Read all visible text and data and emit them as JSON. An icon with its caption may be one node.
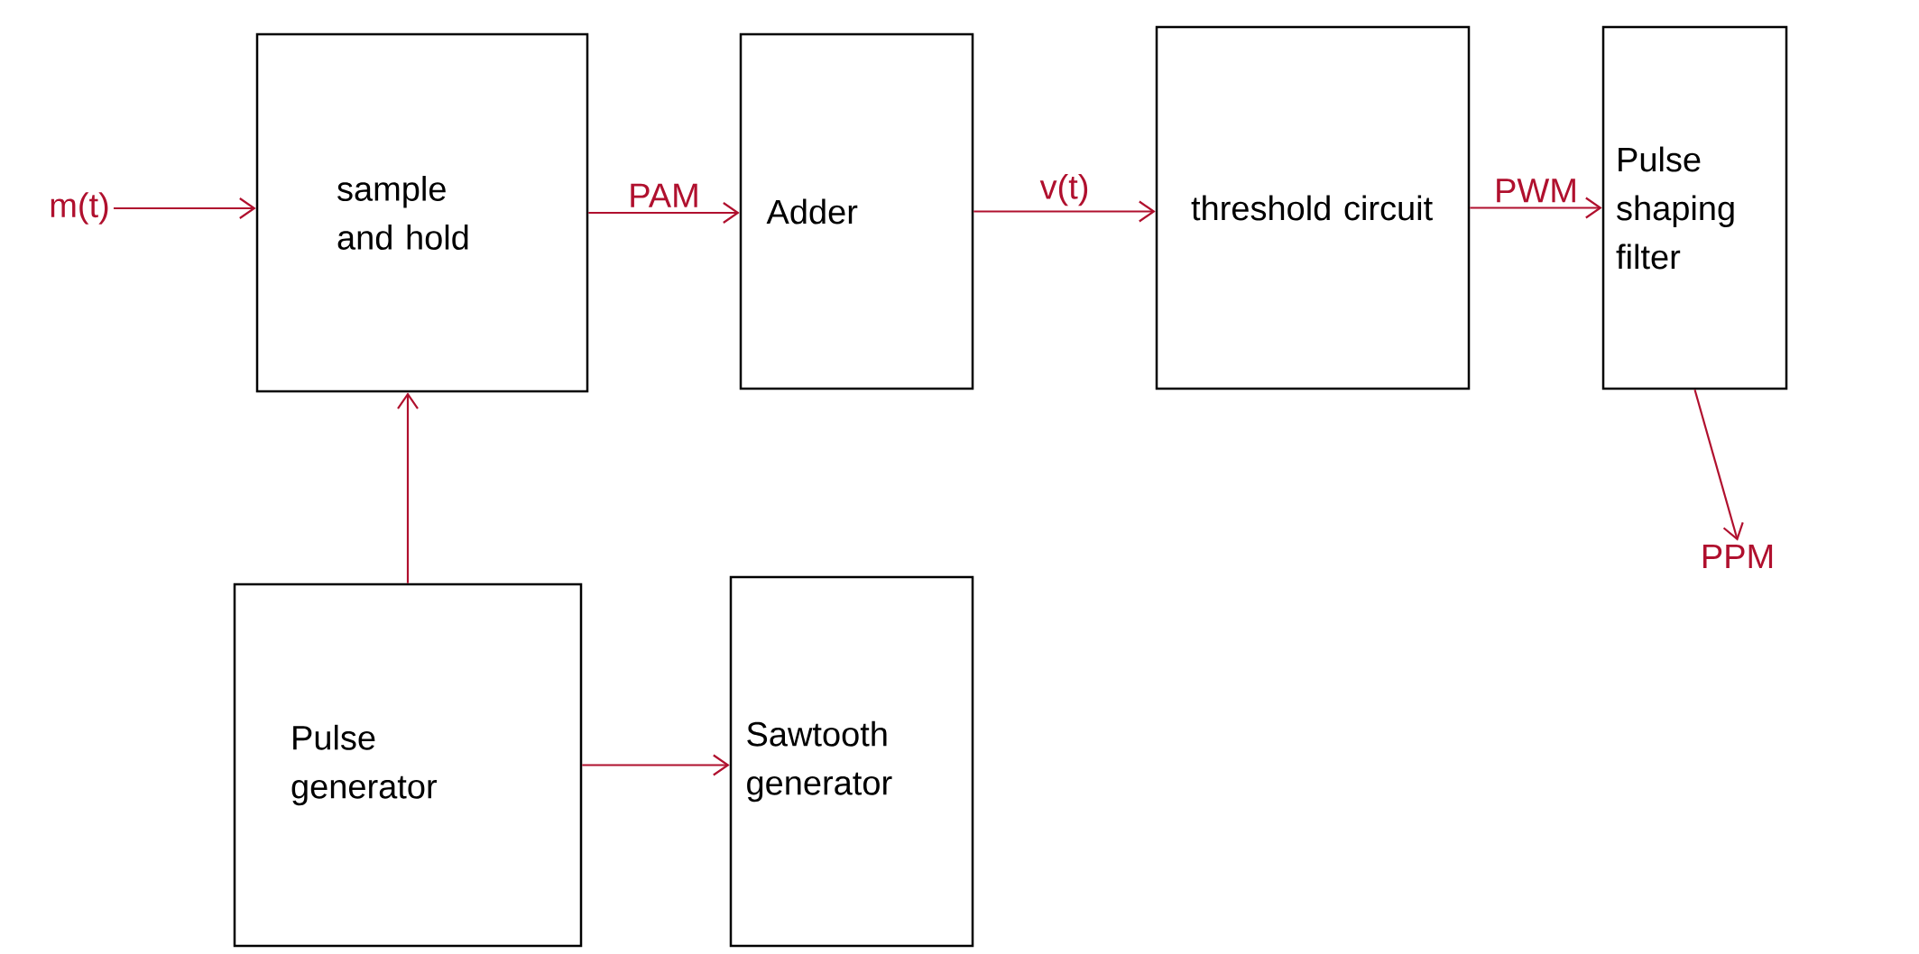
{
  "diagram": {
    "nodes": [
      {
        "text": [
          "sample and hold"
        ]
      },
      {
        "text": [
          "Adder"
        ]
      },
      {
        "text": [
          "threshold circuit"
        ]
      },
      {
        "text": [
          "Pulse shaping filter"
        ]
      },
      {
        "text": [
          "Pulse generator"
        ]
      },
      {
        "text": [
          "Sawtooth generator"
        ]
      },
      {
        "text": [
          "m(t)"
        ]
      },
      {
        "text": [
          "PPM"
        ]
      }
    ],
    "edges": [
      {
        "from": 6,
        "to": 0,
        "arrow": "to"
      },
      {
        "from": 0,
        "to": 1,
        "arrow": "to",
        "label": "PAM"
      },
      {
        "from": 1,
        "to": 2,
        "arrow": "to",
        "label": "v(t)"
      },
      {
        "from": 2,
        "to": 3,
        "arrow": "to",
        "label": "PWM"
      },
      {
        "from": 4,
        "to": 0,
        "arrow": "to"
      },
      {
        "from": 4,
        "to": 5,
        "arrow": "to"
      },
      {
        "from": 3,
        "to": 7,
        "arrow": "to"
      }
    ]
  }
}
